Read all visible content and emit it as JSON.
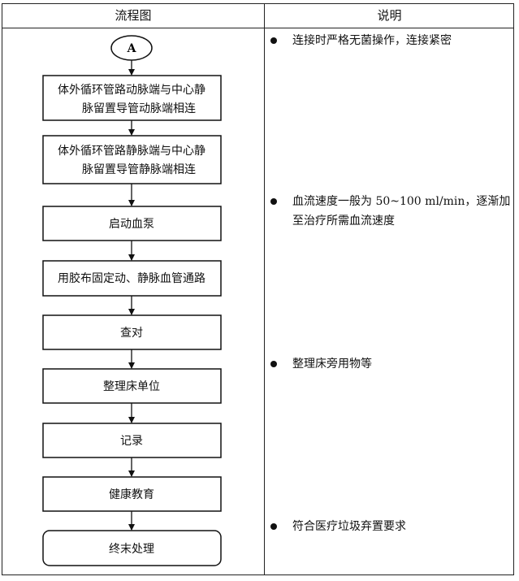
{
  "header": {
    "left": "流程图",
    "right": "说明"
  },
  "flowchart": {
    "connector": "A",
    "steps": [
      {
        "line1": "体外循环管路动脉端与中心静",
        "line2": "脉留置导管动脉端相连"
      },
      {
        "line1": "体外循环管路静脉端与中心静",
        "line2": "脉留置导管静脉端相连"
      },
      {
        "line1": "启动血泵"
      },
      {
        "line1": "用胶布固定动、静脉血管通路"
      },
      {
        "line1": "查对"
      },
      {
        "line1": "整理床单位"
      },
      {
        "line1": "记录"
      },
      {
        "line1": "健康教育"
      },
      {
        "line1": "终末处理"
      }
    ]
  },
  "notes": [
    {
      "line1": "连接时严格无菌操作，连接紧密"
    },
    {
      "line1": "血流速度一般为 50~100 ml/min，逐渐加",
      "line2": "至治疗所需血流速度"
    },
    {
      "line1": "整理床旁用物等"
    },
    {
      "line1": "符合医疗垃圾弃置要求"
    }
  ]
}
